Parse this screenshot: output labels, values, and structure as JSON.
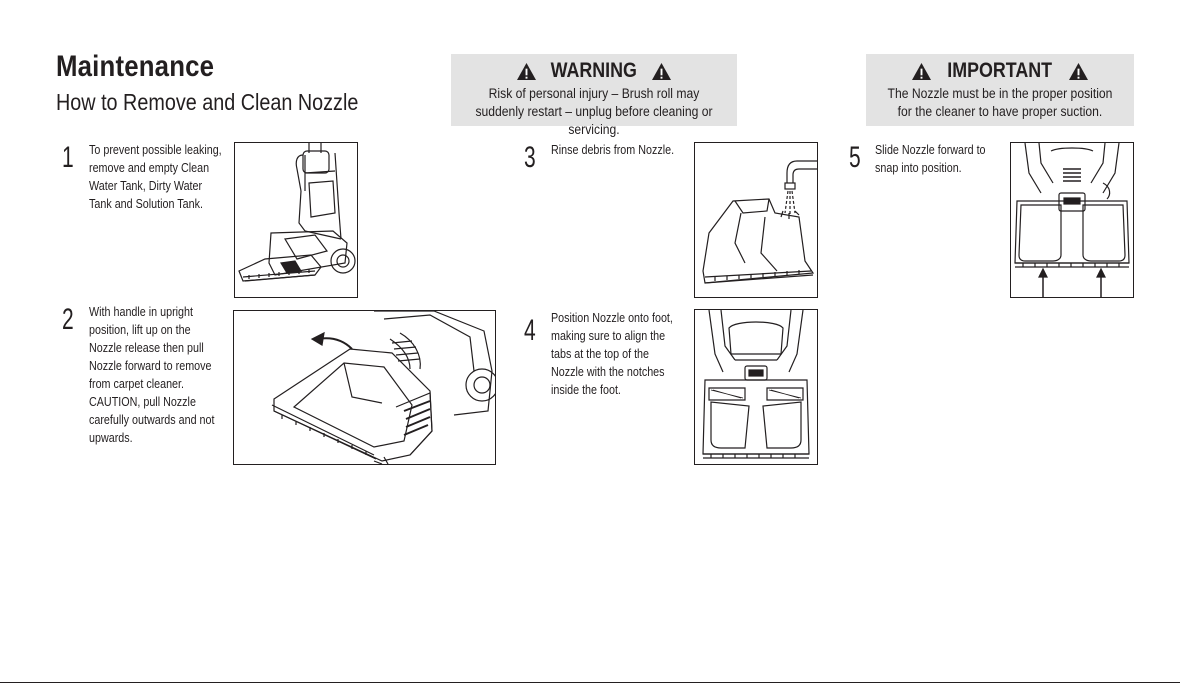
{
  "page": {
    "title": "Maintenance",
    "subtitle": "How to Remove and Clean Nozzle"
  },
  "warning": {
    "heading": "WARNING",
    "text": "Risk of personal injury – Brush roll may suddenly restart – unplug before cleaning or servicing.",
    "icon": "warning-triangle-icon"
  },
  "important": {
    "heading": "IMPORTANT",
    "text": "The Nozzle must be in the proper position for the cleaner to have proper suction.",
    "icon": "warning-triangle-icon"
  },
  "steps": [
    {
      "number": "1",
      "text": "To prevent possible leaking, remove and empty Clean Water Tank, Dirty Water Tank and Solution Tank."
    },
    {
      "number": "2",
      "text": "With handle in upright position, lift up on the Nozzle release then pull Nozzle forward to remove from carpet cleaner. CAUTION, pull Nozzle carefully outwards and not upwards."
    },
    {
      "number": "3",
      "text": "Rinse debris from Nozzle."
    },
    {
      "number": "4",
      "text": "Position Nozzle onto foot, making sure to align the tabs at the top of the Nozzle with the notches inside the foot."
    },
    {
      "number": "5",
      "text": "Slide Nozzle forward to snap into position."
    }
  ],
  "colors": {
    "ink": "#231f20",
    "box_background": "#e3e3e3"
  }
}
